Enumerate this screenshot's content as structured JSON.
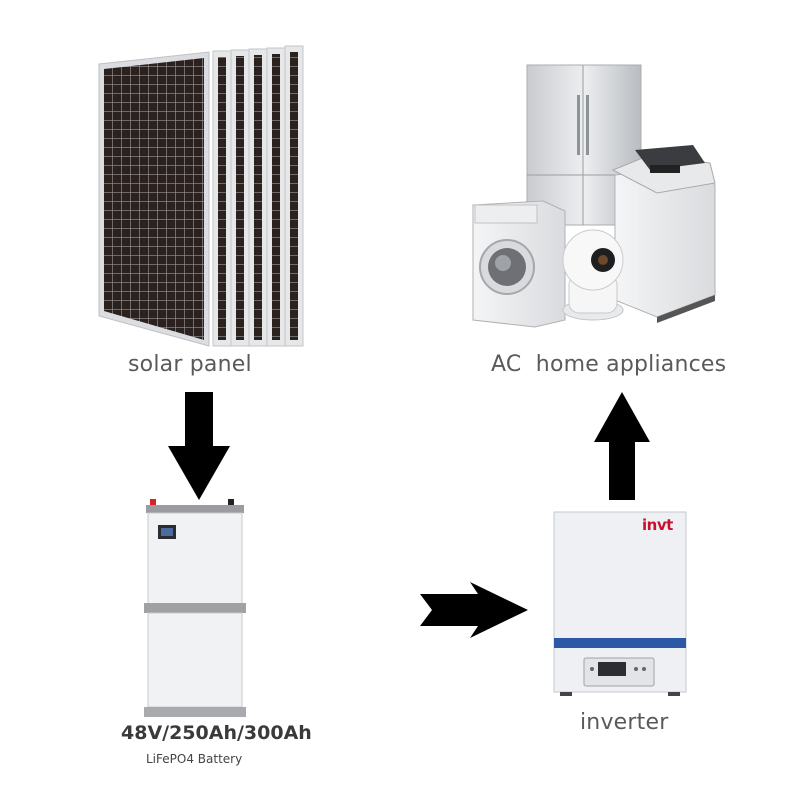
{
  "nodes": {
    "solar_panel": {
      "label": "solar panel"
    },
    "appliances": {
      "label": "AC  home appliances"
    },
    "battery": {
      "label_main": "48V/250Ah/300Ah",
      "label_sub": "LiFePO4 Battery"
    },
    "inverter": {
      "label": "inverter",
      "brand": "invt"
    }
  },
  "colors": {
    "arrow": "#000000",
    "panel_cell": "#2b211f",
    "panel_frame": "#d9dadc",
    "brand_red": "#c8102e",
    "brand_blue": "#1b3a8a",
    "inverter_stripe": "#2d58a6",
    "label_text": "#5a5a5a"
  },
  "edges": [
    {
      "from": "solar panel",
      "to": "48V/250Ah/300Ah",
      "direction": "down"
    },
    {
      "from": "48V/250Ah/300Ah",
      "to": "inverter",
      "direction": "right"
    },
    {
      "from": "inverter",
      "to": "AC  home appliances",
      "direction": "up"
    }
  ]
}
